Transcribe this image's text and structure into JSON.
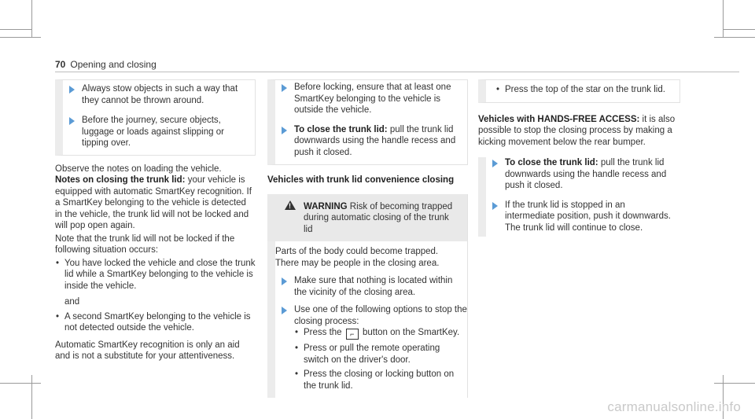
{
  "header": {
    "page_number": "70",
    "section": "Opening and closing"
  },
  "col1": {
    "box_steps": [
      "Always stow objects in such a way that they cannot be thrown around.",
      "Before the journey, secure objects, luggage or loads against slipping or tipping over."
    ],
    "intro": "Observe the notes on loading the vehicle.",
    "notes_title": "Notes on closing the trunk lid:",
    "notes_text": "your vehicle is equipped with automatic SmartKey recognition. If a SmartKey belonging to the vehicle is detected in the vehicle, the trunk lid will not be locked and will pop open again.",
    "note2": "Note that the trunk lid will not be locked if the following situation occurs:",
    "bullets": [
      "You have locked the vehicle and close the trunk lid while a SmartKey belonging to the vehicle is inside the vehicle.",
      "A second SmartKey belonging to the vehicle is not detected outside the vehicle."
    ],
    "and": "and",
    "closing": "Automatic SmartKey recognition is only an aid and is not a substitute for your attentiveness."
  },
  "col2": {
    "step_before": "Before locking, ensure that at least one SmartKey belonging to the vehicle is outside the vehicle.",
    "close_label": "To close the trunk lid:",
    "close_text": "pull the trunk lid downwards using the handle recess and push it closed.",
    "section_title": "Vehicles with trunk lid convenience closing",
    "warning_label": "WARNING",
    "warning_title": "Risk of becoming trapped during automatic closing of the trunk lid",
    "warning_body": "Parts of the body could become trapped. There may be people in the closing area.",
    "warning_step1": "Make sure that nothing is located within the vicinity of the closing area.",
    "warning_step2": "Use one of the following options to stop the closing process:",
    "press_before": "Press the",
    "press_after": "button on the SmartKey.",
    "key_icon": "trunk-key-icon",
    "options": [
      "Press or pull the remote operating switch on the driver's door.",
      "Press the closing or locking button on the trunk lid."
    ]
  },
  "col3": {
    "star_bullet": "Press the top of the star on the trunk lid.",
    "hf_title": "Vehicles with HANDS-FREE ACCESS:",
    "hf_text": "it is also possible to stop the closing process by making a kicking movement below the rear bumper.",
    "close_label": "To close the trunk lid:",
    "close_text": "pull the trunk lid downwards using the handle recess and push it closed.",
    "stopped_text": "If the trunk lid is stopped in an intermediate position, push it downwards.",
    "continue_text": "The trunk lid will continue to close."
  },
  "watermark": "carmanualsonline.info",
  "colors": {
    "arrow": "#5b9bd5",
    "panel": "#ececec"
  }
}
